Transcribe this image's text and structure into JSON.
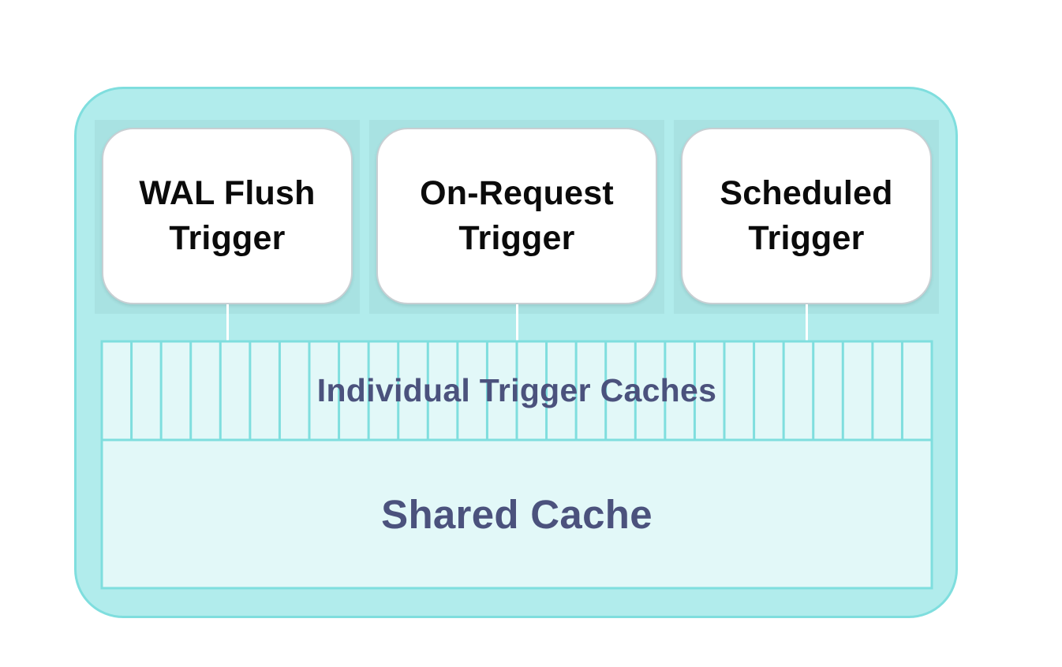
{
  "diagram": {
    "triggers": [
      {
        "label": "WAL Flush\nTrigger"
      },
      {
        "label": "On-Request\nTrigger"
      },
      {
        "label": "Scheduled\nTrigger"
      }
    ],
    "individual_caches_label": "Individual Trigger Caches",
    "shared_cache_label": "Shared Cache"
  },
  "colors": {
    "container_fill": "#b1ecec",
    "container_border": "#7fdede",
    "cache_fill": "#e2f8f8",
    "cache_border": "#7fdede",
    "cache_text": "#4b527d",
    "trigger_text": "#0b0b0b"
  }
}
